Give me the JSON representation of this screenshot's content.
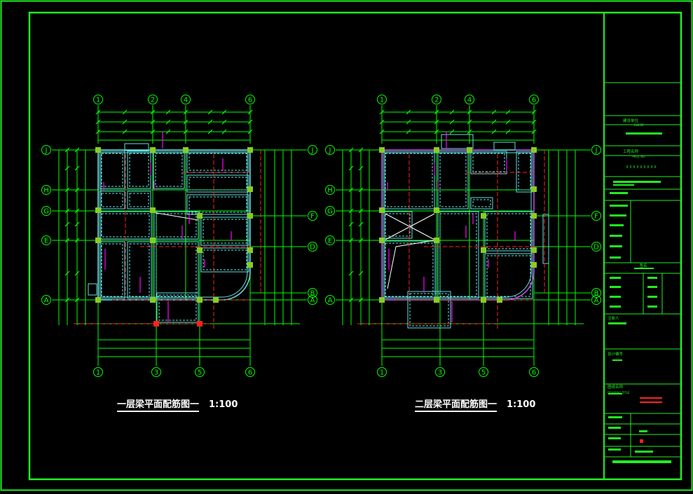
{
  "drawings": [
    {
      "title": "一层梁平面配筋图一",
      "scale": "1:100",
      "top_axes": [
        "1",
        "2",
        "4",
        "6"
      ],
      "bottom_axes": [
        "1",
        "3",
        "5",
        "6"
      ],
      "left_axes": [
        "J",
        "H",
        "G",
        "E",
        "A"
      ],
      "right_axes": [
        "J",
        "F",
        "D",
        "B",
        "A"
      ]
    },
    {
      "title": "二层梁平面配筋图一",
      "scale": "1:100",
      "top_axes": [
        "1",
        "2",
        "4",
        "6"
      ],
      "bottom_axes": [
        "1",
        "3",
        "5",
        "6"
      ],
      "left_axes": [
        "J",
        "H",
        "G",
        "E",
        "A"
      ],
      "right_axes": [
        "J",
        "F",
        "D",
        "B",
        "A"
      ]
    }
  ],
  "title_block": {
    "client_label": "建设单位",
    "client_label_en": "CLIENT",
    "project_label": "工程名称",
    "project_label_en": "PROJ. NO.",
    "project_value": "X X X X X X X X X",
    "sign_label": "签名",
    "seal_label": "注册人",
    "design_no_label": "设计编号",
    "drawing_title_label": "图纸名称",
    "drawing_title_label_en": "DRAWING TITLE",
    "drawing_names": [
      "一层梁平面配筋图一",
      "二层梁平面配筋图一"
    ]
  },
  "colors": {
    "frame": "#22ee22",
    "grid": "#00ff00",
    "beam": "#66e0e0",
    "column": "#88cc22",
    "rebar": "#ff00ff",
    "dashed": "#ff2222",
    "text": "#ffffff"
  }
}
